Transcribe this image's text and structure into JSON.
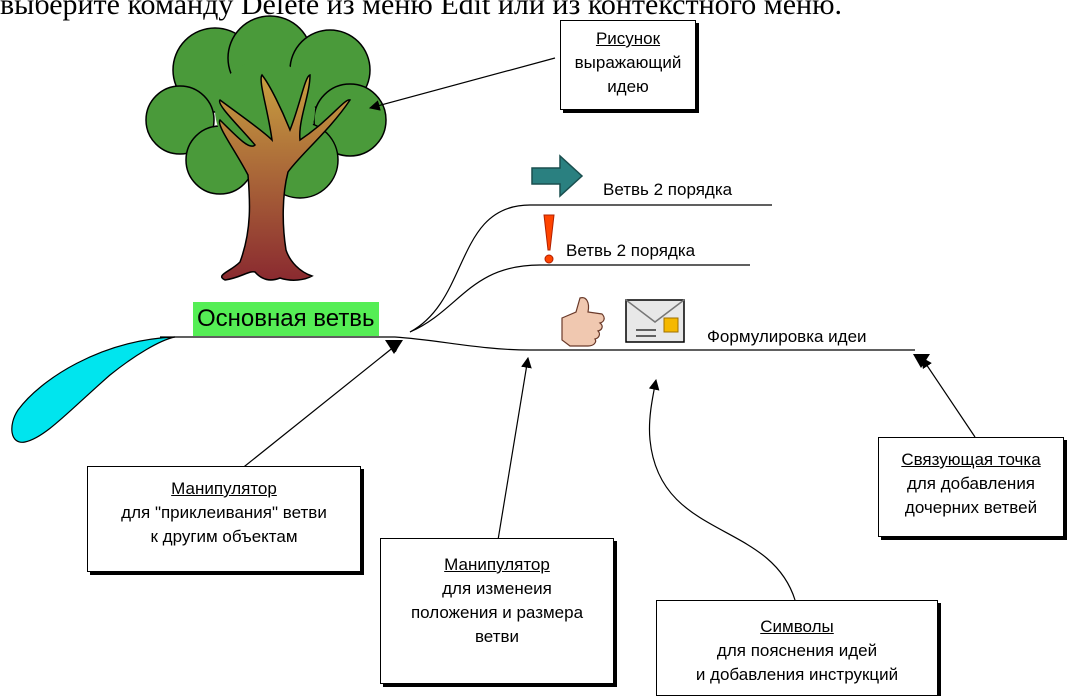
{
  "header": {
    "text": "выберите команду Delete из меню Edit или из контекстного меню."
  },
  "main_branch": {
    "label": "Основная ветвь"
  },
  "branches": [
    {
      "label": "Ветвь 2 порядка"
    },
    {
      "label": "Ветвь 2 порядка"
    },
    {
      "label": "Формулировка идеи"
    }
  ],
  "callouts": {
    "picture": {
      "title": "Рисунок",
      "body": [
        "выражающий",
        "идею"
      ]
    },
    "glue_handle": {
      "title": "Манипулятор ",
      "body": [
        "для \"приклеивания\" ветви",
        "к  другим объектам"
      ]
    },
    "resize_handle": {
      "title": "Манипулятор",
      "body": [
        "для изменеия",
        "положения и размера",
        "ветви"
      ]
    },
    "symbols": {
      "title": "Символы",
      "body": [
        "для пояснения идей",
        "и добавления инструкций"
      ]
    },
    "connection_point": {
      "title": "Связующая точка",
      "body": [
        "для добавления",
        "дочерних ветвей"
      ]
    }
  },
  "colors": {
    "main_label_bg": "#55ee55",
    "teardrop": "#00e5ee",
    "arrow_icon": "#2a8080",
    "exclamation": "#ff4400",
    "tree_foliage": "#4a9a3a",
    "tree_trunk": "#a66a30"
  },
  "icons": [
    "tree-picture",
    "arrow-right-icon",
    "exclamation-icon",
    "thumbs-up-icon",
    "envelope-icon"
  ]
}
